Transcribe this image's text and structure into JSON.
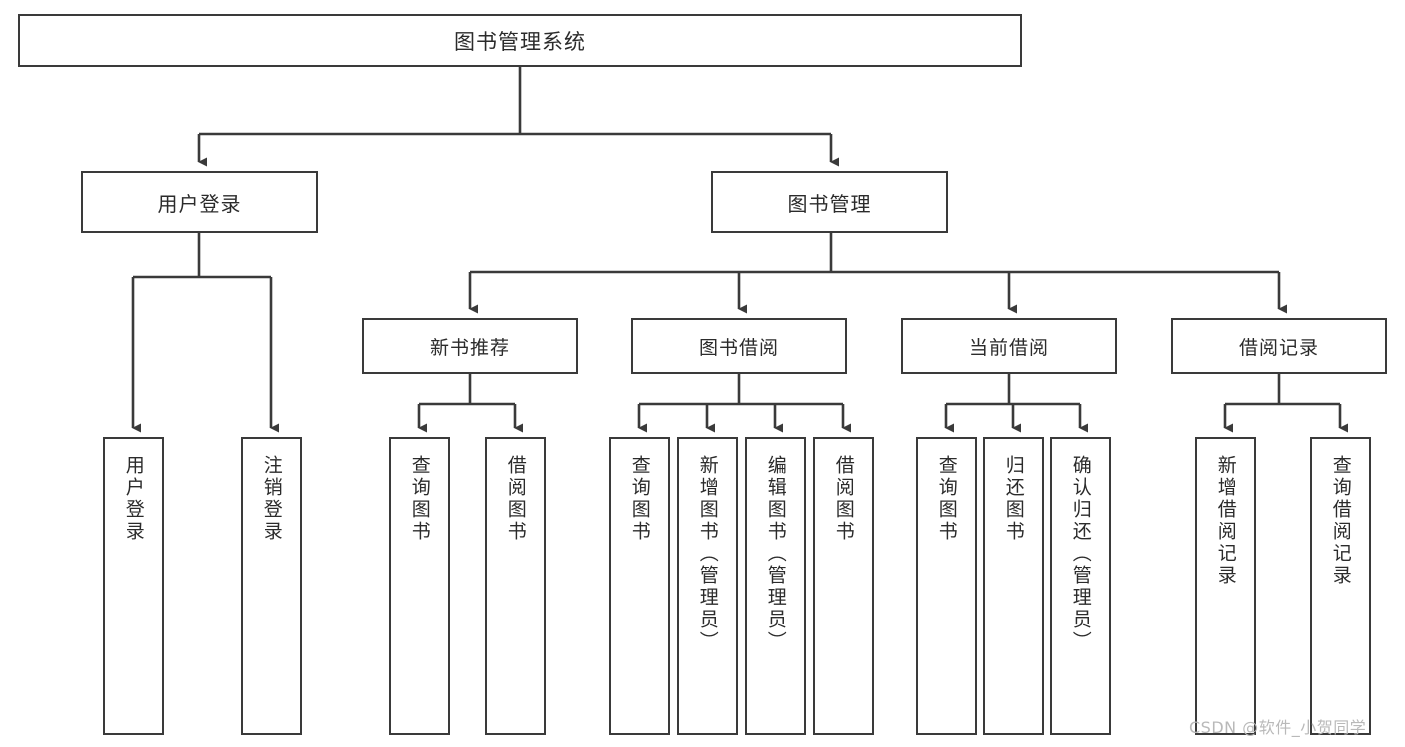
{
  "diagram": {
    "type": "tree",
    "title": "图书管理系统",
    "watermark": "CSDN @软件_小贺同学",
    "root": {
      "label": "图书管理系统"
    },
    "level2": [
      {
        "id": "user-login",
        "label": "用户登录"
      },
      {
        "id": "book-management",
        "label": "图书管理"
      }
    ],
    "level3": [
      {
        "id": "new-book-recommend",
        "label": "新书推荐"
      },
      {
        "id": "book-borrow",
        "label": "图书借阅"
      },
      {
        "id": "current-borrow",
        "label": "当前借阅"
      },
      {
        "id": "borrow-record",
        "label": "借阅记录"
      }
    ],
    "leaves": {
      "user_login": [
        {
          "id": "leaf-user-login",
          "label": "用户登录"
        },
        {
          "id": "leaf-logout-login",
          "label": "注销登录"
        }
      ],
      "new_book_recommend": [
        {
          "id": "leaf-query-book-1",
          "label": "查询图书"
        },
        {
          "id": "leaf-borrow-book-1",
          "label": "借阅图书"
        }
      ],
      "book_borrow": [
        {
          "id": "leaf-query-book-2",
          "label": "查询图书"
        },
        {
          "id": "leaf-add-book",
          "label": "新增图书（管理员）"
        },
        {
          "id": "leaf-edit-book",
          "label": "编辑图书（管理员）"
        },
        {
          "id": "leaf-borrow-book-2",
          "label": "借阅图书"
        }
      ],
      "current_borrow": [
        {
          "id": "leaf-query-book-3",
          "label": "查询图书"
        },
        {
          "id": "leaf-return-book",
          "label": "归还图书"
        },
        {
          "id": "leaf-confirm-return",
          "label": "确认归还（管理员）"
        }
      ],
      "borrow_record": [
        {
          "id": "leaf-add-record",
          "label": "新增借阅记录"
        },
        {
          "id": "leaf-query-record",
          "label": "查询借阅记录"
        }
      ]
    },
    "colors": {
      "border": "#3a3a3a",
      "text": "#2b2b2b",
      "background": "#ffffff",
      "connector": "#3a3a3a",
      "watermark": "#b9b9b9"
    }
  }
}
